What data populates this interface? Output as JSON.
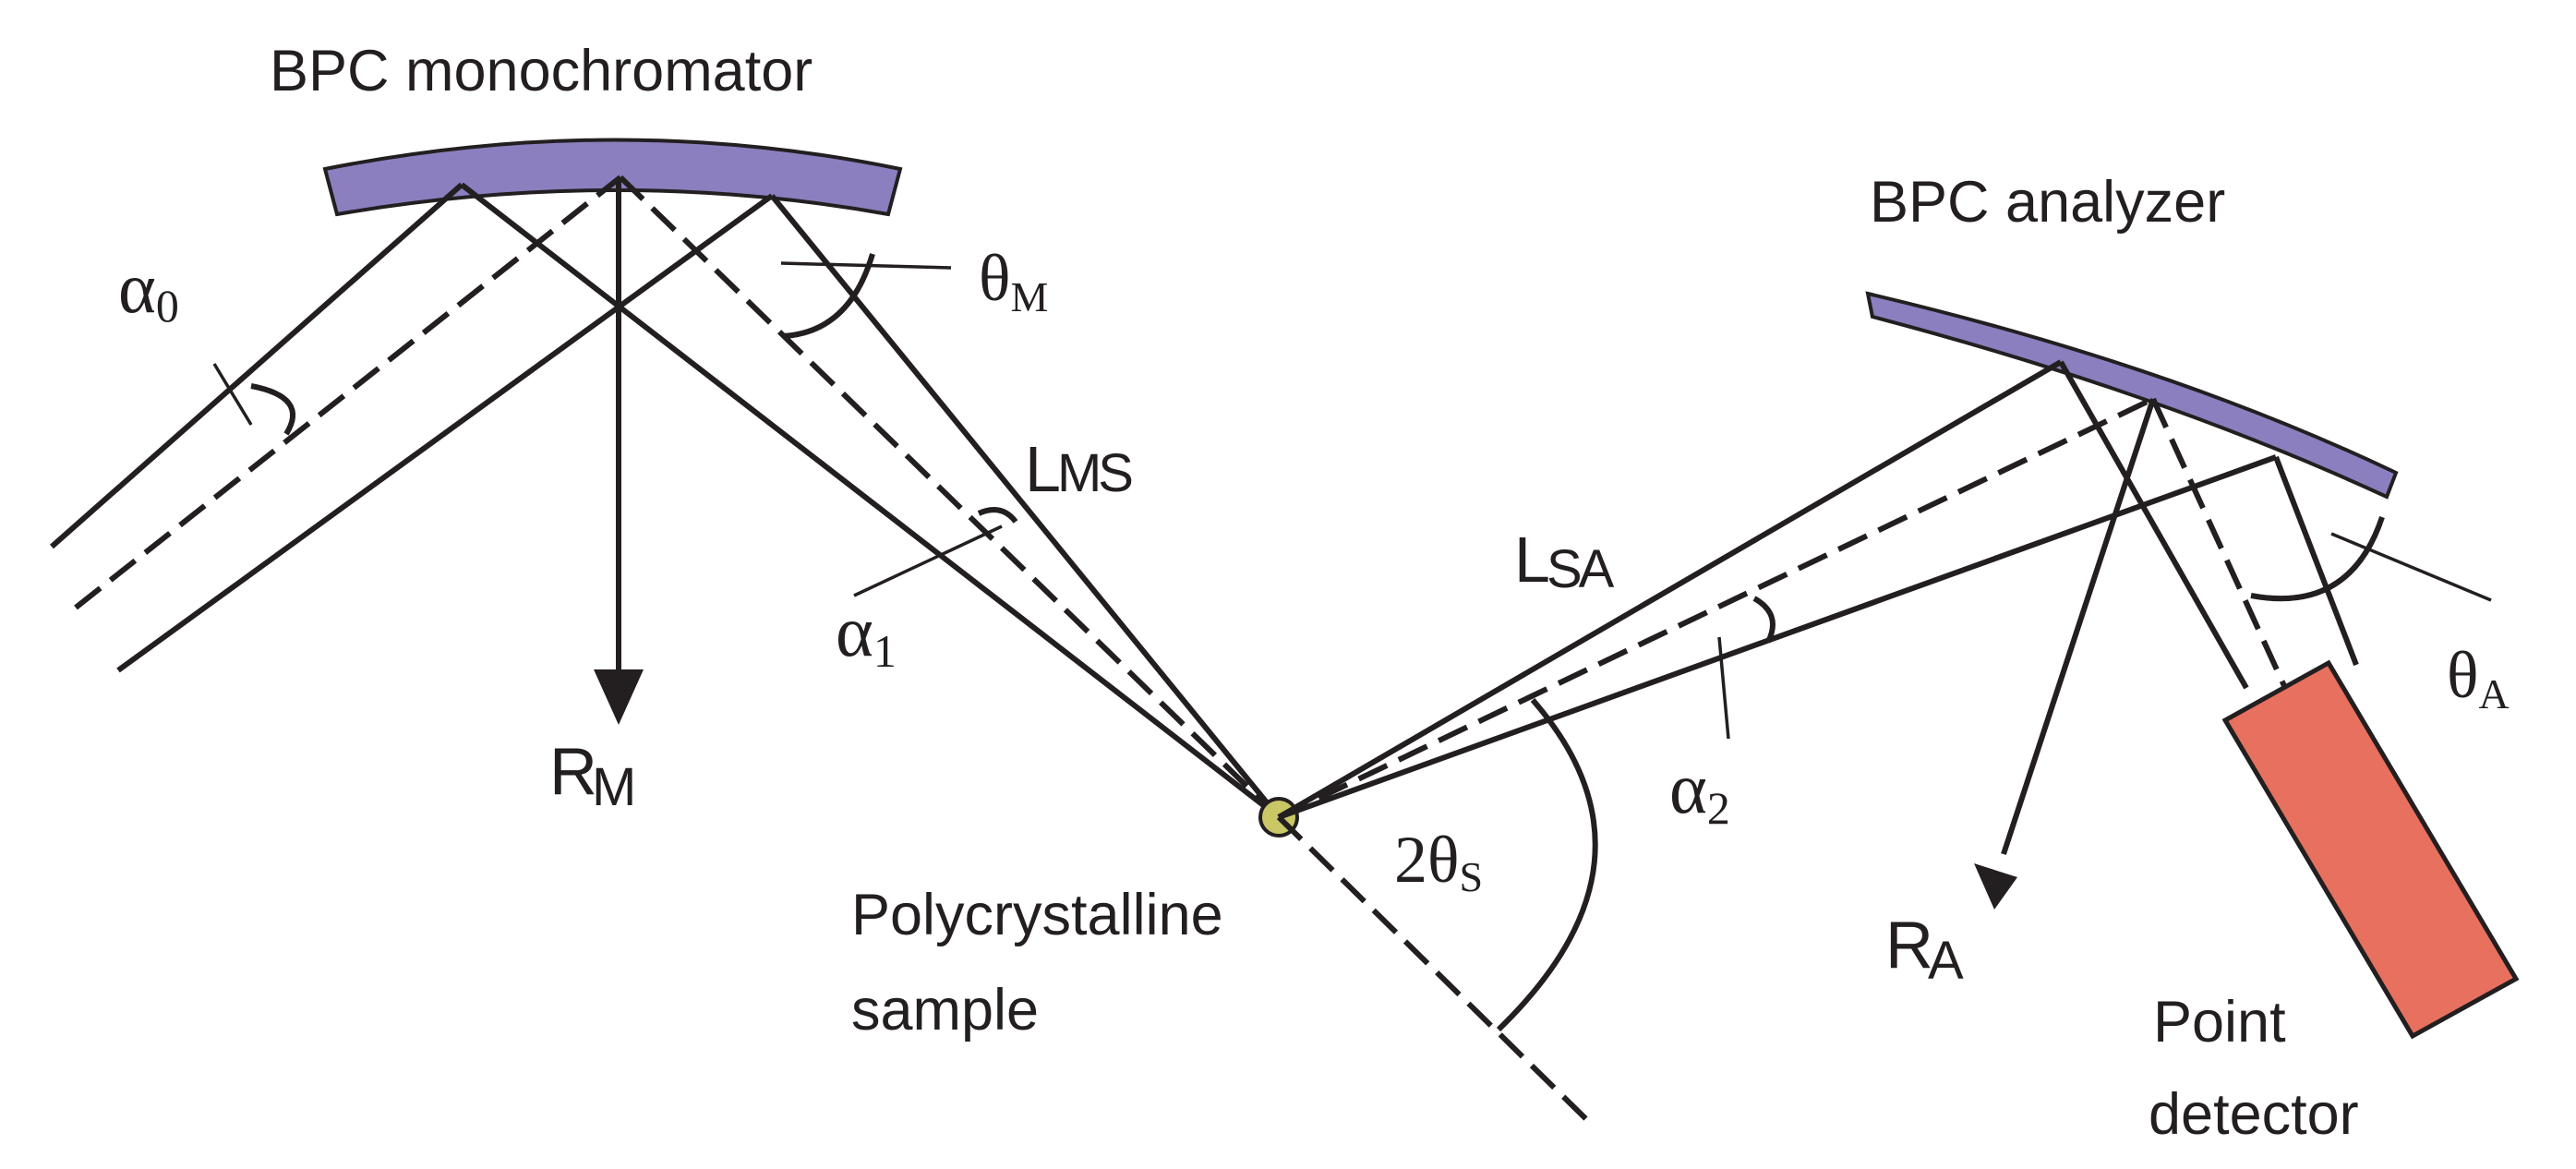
{
  "labels": {
    "monochromator": "BPC monochromator",
    "analyzer": "BPC analyzer",
    "sample_line1": "Polycrystalline",
    "sample_line2": "sample",
    "detector_line1": "Point",
    "detector_line2": "detector",
    "theta_m": "θ",
    "theta_m_sub": "M",
    "theta_a": "θ",
    "theta_a_sub": "A",
    "two_theta_s": "2θ",
    "two_theta_s_sub": "S",
    "alpha0": "α",
    "alpha0_sub": "0",
    "alpha1": "α",
    "alpha1_sub": "1",
    "alpha2": "α",
    "alpha2_sub": "2",
    "l_ms": "L",
    "l_ms_sub": "MS",
    "l_sa": "L",
    "l_sa_sub": "SA",
    "r_m": "R",
    "r_m_sub": "M",
    "r_a": "R",
    "r_a_sub": "A"
  },
  "colors": {
    "crystal": "#8b7fbf",
    "detector": "#e8705f",
    "sample": "#c9c766",
    "ink": "#231f20"
  }
}
